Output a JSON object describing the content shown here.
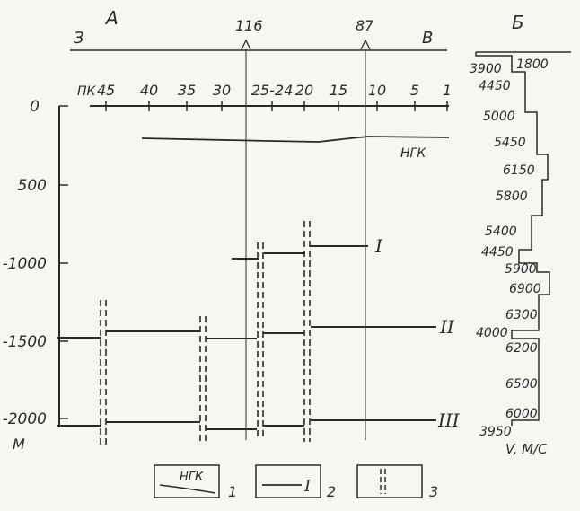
{
  "section_a": {
    "label": "А",
    "west": "З",
    "east": "В",
    "wells": [
      "116",
      "87"
    ]
  },
  "section_b": {
    "label": "Б",
    "velocities": [
      "3900",
      "1800",
      "4450",
      "5000",
      "5450",
      "6150",
      "5800",
      "5400",
      "4450",
      "5900",
      "6900",
      "6300",
      "4000",
      "6200",
      "6500",
      "6000",
      "3950"
    ],
    "unit_label": "V, М/С"
  },
  "depth_axis": {
    "ticks": [
      "0",
      "500",
      "-1000",
      "-1500",
      "-2000"
    ],
    "unit": "М"
  },
  "pickets": {
    "prefix": "ПК",
    "values": [
      "45",
      "40",
      "35",
      "30",
      "25-24",
      "20",
      "15",
      "10",
      "5",
      "1"
    ]
  },
  "log_curve": {
    "label": "НГК"
  },
  "horizons": [
    "I",
    "II",
    "III"
  ],
  "legend": {
    "items": [
      {
        "text": "НГК",
        "number": "1"
      },
      {
        "text": "I",
        "number": "2"
      },
      {
        "text": "",
        "number": "3"
      }
    ]
  }
}
